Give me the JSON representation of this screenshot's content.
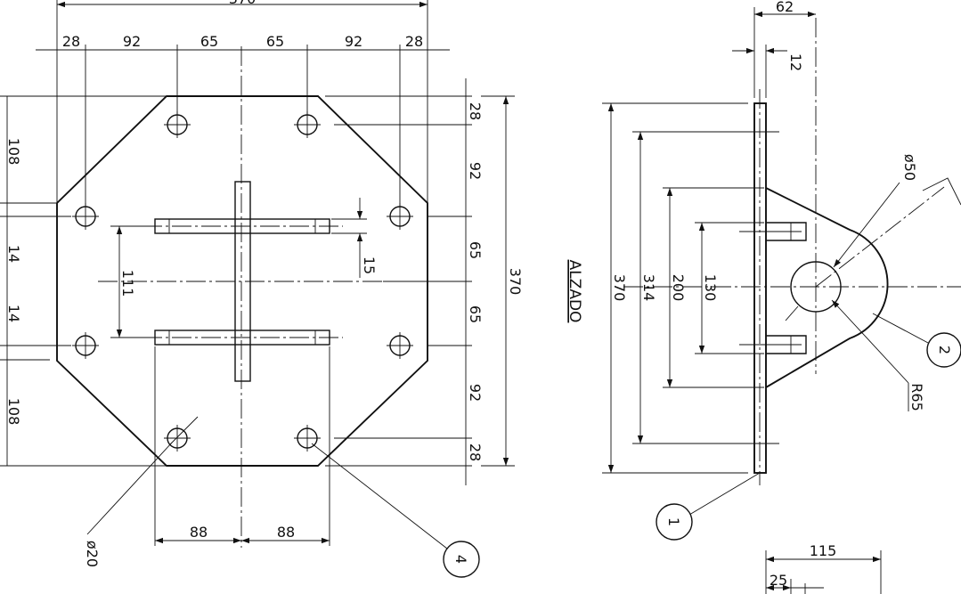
{
  "view_label": "ALZADO",
  "plan_view": {
    "top_total": "370",
    "top_dims": [
      "28",
      "92",
      "65",
      "65",
      "92",
      "28"
    ],
    "left_dims": [
      "108",
      "14",
      "14",
      "108"
    ],
    "right_dims": [
      "28",
      "92",
      "65",
      "65",
      "92",
      "28"
    ],
    "right_total": "370",
    "slot_gap": "111",
    "slot_width": "15",
    "bottom_dims": [
      "88",
      "88"
    ],
    "hole_diameter": "ø20",
    "balloon_4": "4"
  },
  "elevation_view": {
    "top_width": "62",
    "plate_thickness": "12",
    "vertical_dims": [
      "370",
      "314",
      "200",
      "130"
    ],
    "bore_diameter": "ø50",
    "radius": "R65",
    "balloon_1": "1",
    "balloon_2": "2",
    "bottom_dims": [
      "115",
      "25"
    ]
  }
}
